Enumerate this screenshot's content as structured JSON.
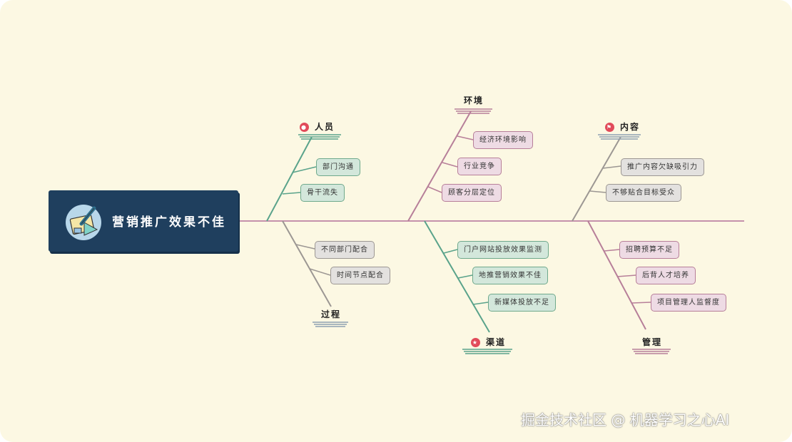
{
  "head": {
    "title": "营销推广效果不佳",
    "icon": "notebook-pencil-icon"
  },
  "categories": [
    {
      "key": "renyuan",
      "label": "人员",
      "icon": "person-icon",
      "causes": [
        "部门沟通",
        "骨干流失"
      ]
    },
    {
      "key": "guocheng",
      "label": "过程",
      "causes": [
        "不同部门配合",
        "时间节点配合"
      ]
    },
    {
      "key": "huanjing",
      "label": "环境",
      "causes": [
        "经济环境影响",
        "行业竞争",
        "顾客分层定位"
      ]
    },
    {
      "key": "qudao",
      "label": "渠道",
      "icon": "star-icon",
      "causes": [
        "门户网站投放效果监测",
        "地推营销效果不佳",
        "新媒体投放不足"
      ]
    },
    {
      "key": "neirong",
      "label": "内容",
      "icon": "flag-icon",
      "causes": [
        "推广内容欠缺吸引力",
        "不够贴合目标受众"
      ]
    },
    {
      "key": "guanli",
      "label": "管理",
      "causes": [
        "招聘预算不足",
        "后背人才培养",
        "项目管理人监督度"
      ]
    }
  ],
  "colors": {
    "pink": "#b77f99",
    "green": "#5aa38b",
    "gray": "#9c9793",
    "spine": "#c591ac",
    "head_bg": "#1f3f5e",
    "background": "#fcf8e3",
    "icon_red": "#e14b5a"
  },
  "watermark": "掘金技术社区 @ 机器学习之心AI"
}
